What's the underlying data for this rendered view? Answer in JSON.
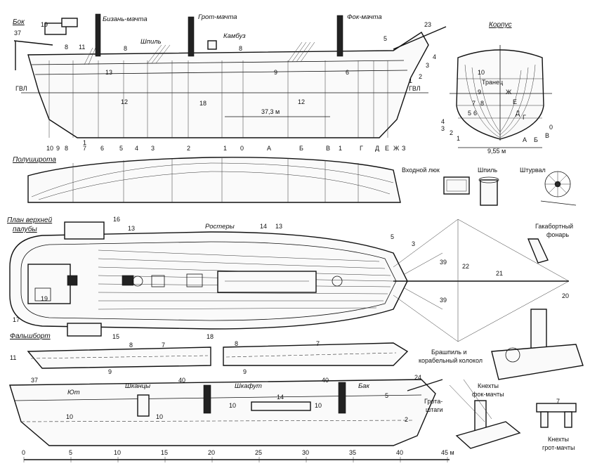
{
  "sections": {
    "side": "Бок",
    "hull": "Корпус",
    "half_breadth": "Полуширота",
    "deck_plan": [
      "План верхней",
      "палубы"
    ],
    "bulwark": "Фальшборт"
  },
  "masts": {
    "mizzen": "Бизань-мачта",
    "main": "Грот-мачта",
    "fore": "Фок-мачта"
  },
  "labels": {
    "capstan": "Шпиль",
    "galley": "Камбуз",
    "waterline": "ГВЛ",
    "length": "37,3 м",
    "transom": "Транец",
    "beam": "9,55 м",
    "hatch": "Входной люк",
    "capstan2": "Шпиль",
    "wheel": "Штурвал",
    "lantern": [
      "Гакабортный",
      "фонарь"
    ],
    "booms": "Ростеры",
    "windlass": [
      "Брашпиль и",
      "корабельный колокол"
    ],
    "poop": "Ют",
    "quarterdeck": "Шканцы",
    "waist": "Шкафут",
    "forecastle": "Бак",
    "fore_bitts": [
      "Кнехты",
      "фок-мачты"
    ],
    "main_stays": [
      "Грота-",
      "штаги"
    ],
    "main_bitts": [
      "Кнехты",
      "грот-мачты"
    ]
  },
  "stations_side": [
    "10",
    "9",
    "8",
    "7",
    "6",
    "5",
    "4",
    "3",
    "2",
    "1",
    "0",
    "А",
    "Б",
    "В",
    "1",
    "Г",
    "Д",
    "Е",
    "Ж",
    "З"
  ],
  "section_letters": [
    "Ж",
    "Е",
    "Д",
    "Г",
    "В",
    "Б",
    "А",
    "0"
  ],
  "section_numbers": [
    "10",
    "9",
    "7",
    "8",
    "5",
    "6",
    "4",
    "3",
    "2",
    "1"
  ],
  "callouts": {
    "side": [
      "37",
      "19",
      "8",
      "11",
      "13",
      "12",
      "8",
      "18",
      "8",
      "9",
      "12",
      "6",
      "5",
      "23",
      "4",
      "3",
      "2",
      "1",
      "1"
    ],
    "deck": [
      "16",
      "13",
      "14",
      "13",
      "5",
      "3",
      "39",
      "22",
      "21",
      "20",
      "39",
      "17",
      "19",
      "15",
      "18"
    ],
    "bulwark": [
      "11",
      "8",
      "7",
      "9",
      "8",
      "7",
      "9"
    ],
    "profile": [
      "37",
      "40",
      "40",
      "24",
      "10",
      "10",
      "14",
      "10",
      "10",
      "5",
      "2",
      "7"
    ]
  },
  "scale": {
    "ticks": [
      "0",
      "5",
      "10",
      "15",
      "20",
      "25",
      "30",
      "35",
      "40",
      "45 м"
    ]
  }
}
